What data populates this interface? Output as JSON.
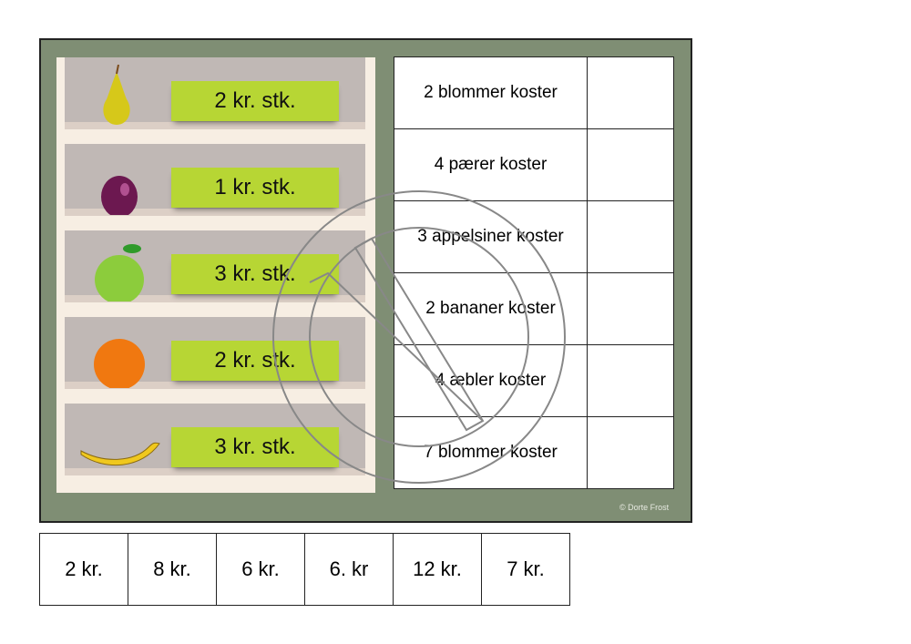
{
  "shelves": [
    {
      "fruit": "pear",
      "price": "2 kr. stk."
    },
    {
      "fruit": "plum",
      "price": "1 kr. stk."
    },
    {
      "fruit": "apple",
      "price": "3 kr. stk."
    },
    {
      "fruit": "orange",
      "price": "2 kr. stk."
    },
    {
      "fruit": "banana",
      "price": "3 kr. stk."
    }
  ],
  "questions": [
    "2 blommer koster",
    "4 pærer koster",
    "3 appelsiner koster",
    "2 bananer koster",
    "4 æbler koster",
    "7 blommer koster"
  ],
  "copyright": "© Dorte Frost",
  "answers": [
    "2 kr.",
    "8 kr.",
    "6 kr.",
    "6. kr",
    "12 kr.",
    "7 kr."
  ],
  "colors": {
    "frame": "#7f8e74",
    "price_label": "#b7d634",
    "shelf": "#c0b8b5"
  }
}
